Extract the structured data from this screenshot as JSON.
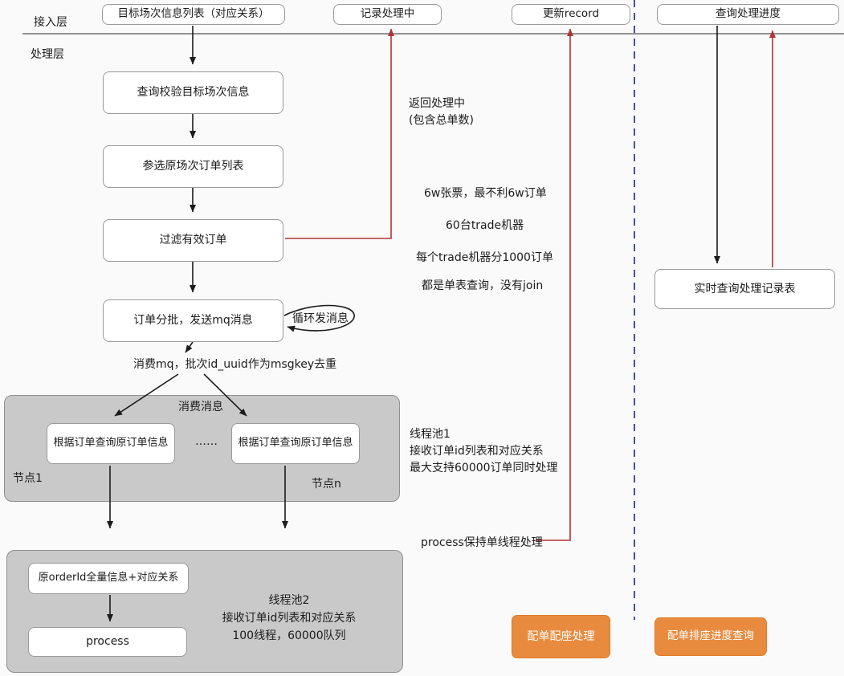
{
  "colors": {
    "red_arrow": "#b03434",
    "black_arrow": "#1c1c1c",
    "dashed_divider": "#4a4f9d",
    "orange_fill": "#e98b3f",
    "group_gray": "#c9c9c9"
  },
  "layers": {
    "access": "接入层",
    "process": "处理层"
  },
  "top": {
    "target_list": "目标场次信息列表（对应关系）",
    "recording": "记录处理中",
    "update_record": "更新record",
    "query_progress": "查询处理进度"
  },
  "flow": {
    "verify": "查询校验目标场次信息",
    "select_orders": "参选原场次订单列表",
    "filter_orders": "过滤有效订单",
    "batch_send": "订单分批，发送mq消息"
  },
  "notes": {
    "loop_send": "循环发消息",
    "consume_mq": "消费mq，批次id_uuid作为msgkey去重",
    "return_line1": "返回处理中",
    "return_line2": "(包含总单数)",
    "tickets": "6w张票，最不利6w订单",
    "machines": "60台trade机器",
    "per_machine": "每个trade机器分1000订单",
    "single_table": "都是单表查询，没有join",
    "pool1_line1": "线程池1",
    "pool1_line2": "接收订单id列表和对应关系",
    "pool1_line3": "最大支持60000订单同时处理",
    "process_thread": "process保持单线程处理",
    "pool2_line1": "线程池2",
    "pool2_line2": "接收订单id列表和对应关系",
    "pool2_line3": "100线程，60000队列"
  },
  "consume_group": {
    "title": "消费消息",
    "query_left": "根据订单查询原订单信息",
    "dots": "……",
    "query_right": "根据订单查询原订单信息",
    "node1": "节点1",
    "node_n": "节点n"
  },
  "process_group": {
    "order_full": "原orderId全量信息+对应关系",
    "process": "process"
  },
  "right": {
    "realtime": "实时查询处理记录表",
    "seat_process": "配单配座处理",
    "seat_query": "配单排座进度查询"
  }
}
